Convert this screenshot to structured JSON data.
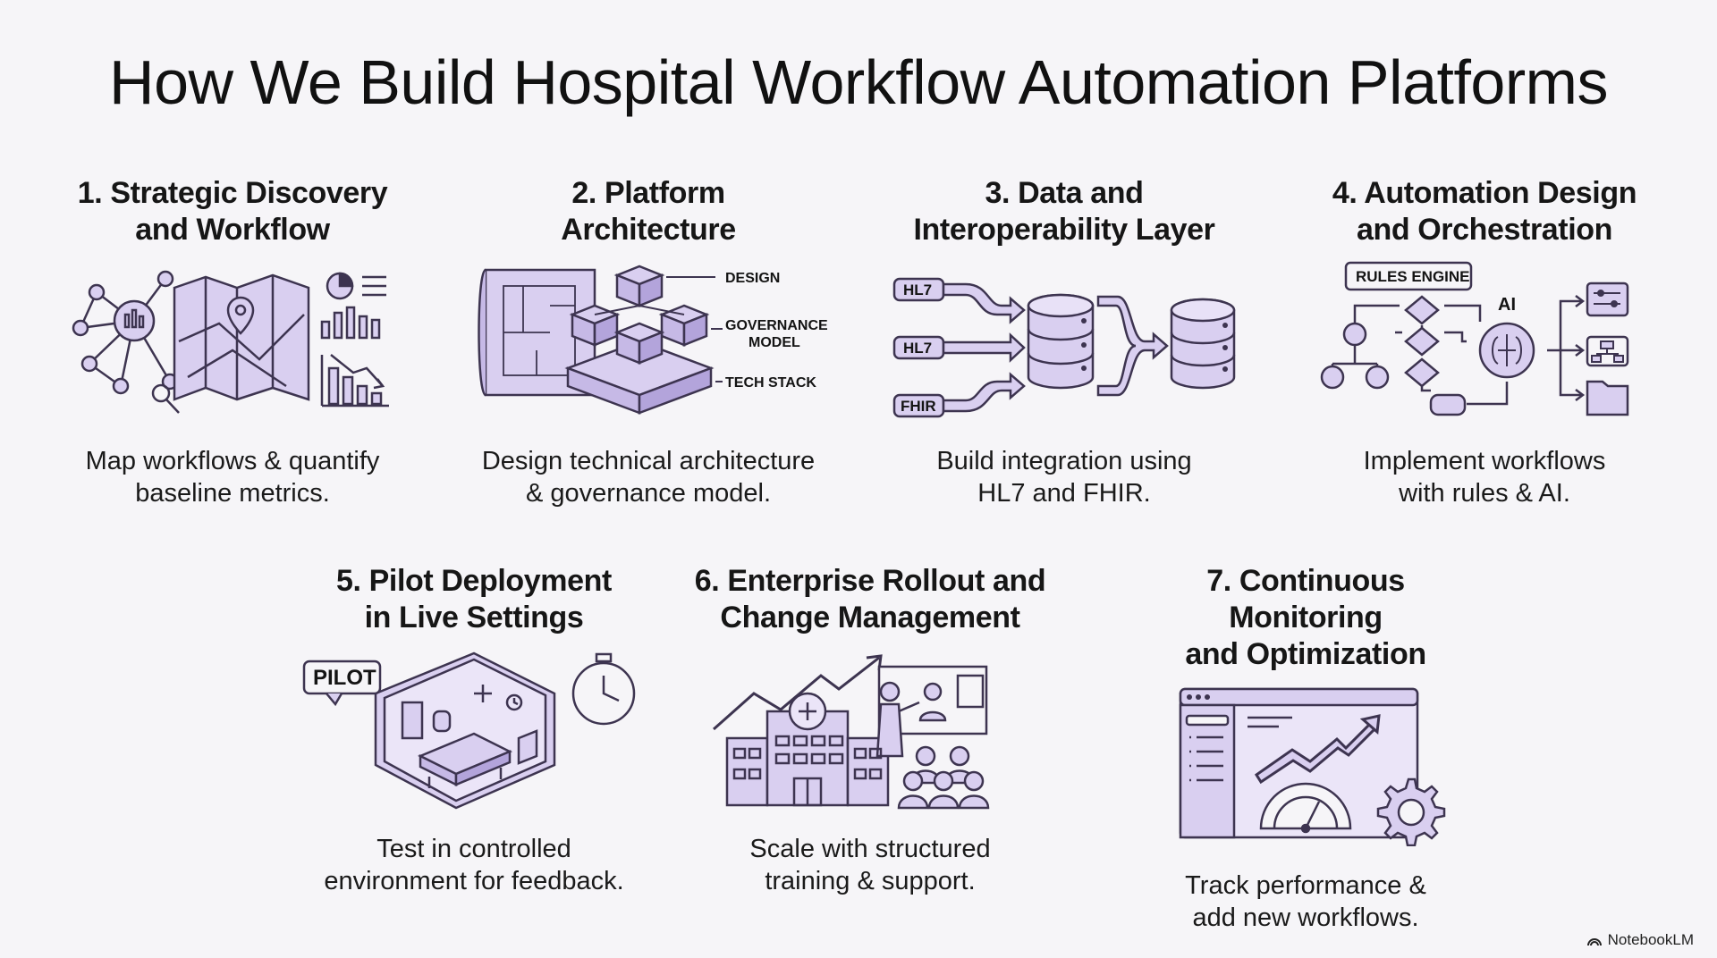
{
  "title": "How We Build Hospital Workflow Automation Platforms",
  "steps": [
    {
      "title_line1": "1. Strategic Discovery",
      "title_line2": "and Workflow",
      "desc_line1": "Map workflows & quantify",
      "desc_line2": "baseline metrics.",
      "icon": "discovery-map-icon"
    },
    {
      "title_line1": "2. Platform",
      "title_line2": "Architecture",
      "desc_line1": "Design technical architecture",
      "desc_line2": "& governance model.",
      "icon": "architecture-blocks-icon",
      "labels": {
        "design": "DESIGN",
        "governance_1": "GOVERNANCE",
        "governance_2": "MODEL",
        "tech_stack": "TECH STACK"
      }
    },
    {
      "title_line1": "3. Data and",
      "title_line2": "Interoperability Layer",
      "desc_line1": "Build integration using",
      "desc_line2": "HL7 and FHIR.",
      "icon": "data-integration-icon",
      "labels": {
        "hl7_a": "HL7",
        "hl7_b": "HL7",
        "fhir": "FHIR"
      }
    },
    {
      "title_line1": "4. Automation Design",
      "title_line2": "and Orchestration",
      "desc_line1": "Implement workflows",
      "desc_line2": "with rules & AI.",
      "icon": "orchestration-flow-icon",
      "labels": {
        "rules_engine": "RULES ENGINE",
        "ai": "AI"
      }
    },
    {
      "title_line1": "5. Pilot Deployment",
      "title_line2": "in Live Settings",
      "desc_line1": "Test in controlled",
      "desc_line2": "environment for feedback.",
      "icon": "pilot-room-icon",
      "labels": {
        "pilot": "PILOT"
      }
    },
    {
      "title_line1": "6. Enterprise Rollout and",
      "title_line2": "Change Management",
      "desc_line1": "Scale with structured",
      "desc_line2": "training & support.",
      "icon": "hospital-rollout-icon"
    },
    {
      "title_line1": "7. Continuous Monitoring",
      "title_line2": "and Optimization",
      "desc_line1": "Track performance &",
      "desc_line2": "add new workflows.",
      "icon": "monitoring-dashboard-icon"
    }
  ],
  "brand": "NotebookLM",
  "colors": {
    "accent_fill": "#d9cff0",
    "accent_dark": "#4a3f6b",
    "stroke": "#3d3450",
    "background": "#f6f5f8"
  }
}
